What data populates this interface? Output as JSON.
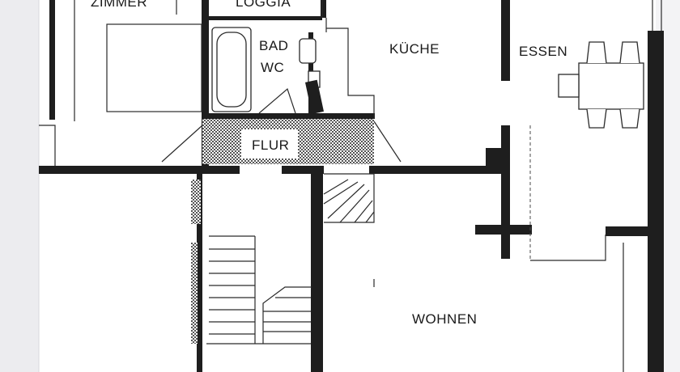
{
  "plan": {
    "rooms": {
      "zimmer": "ZIMMER",
      "loggia": "LOGGIA",
      "bad": "BAD",
      "wc": "WC",
      "kueche": "KÜCHE",
      "essen": "ESSEN",
      "flur": "FLUR",
      "wohnen": "WOHNEN"
    },
    "colors": {
      "paper": "#ffffff",
      "wall": "#1e1e1e",
      "line": "#2a2a2a",
      "hatch": "#555555",
      "page_shadow": "#ededf0"
    },
    "icons": [
      "bathtub-icon",
      "toilet-icon",
      "dining-table-icon",
      "chair-icon",
      "stairs-icon",
      "door-swing-icon"
    ]
  }
}
